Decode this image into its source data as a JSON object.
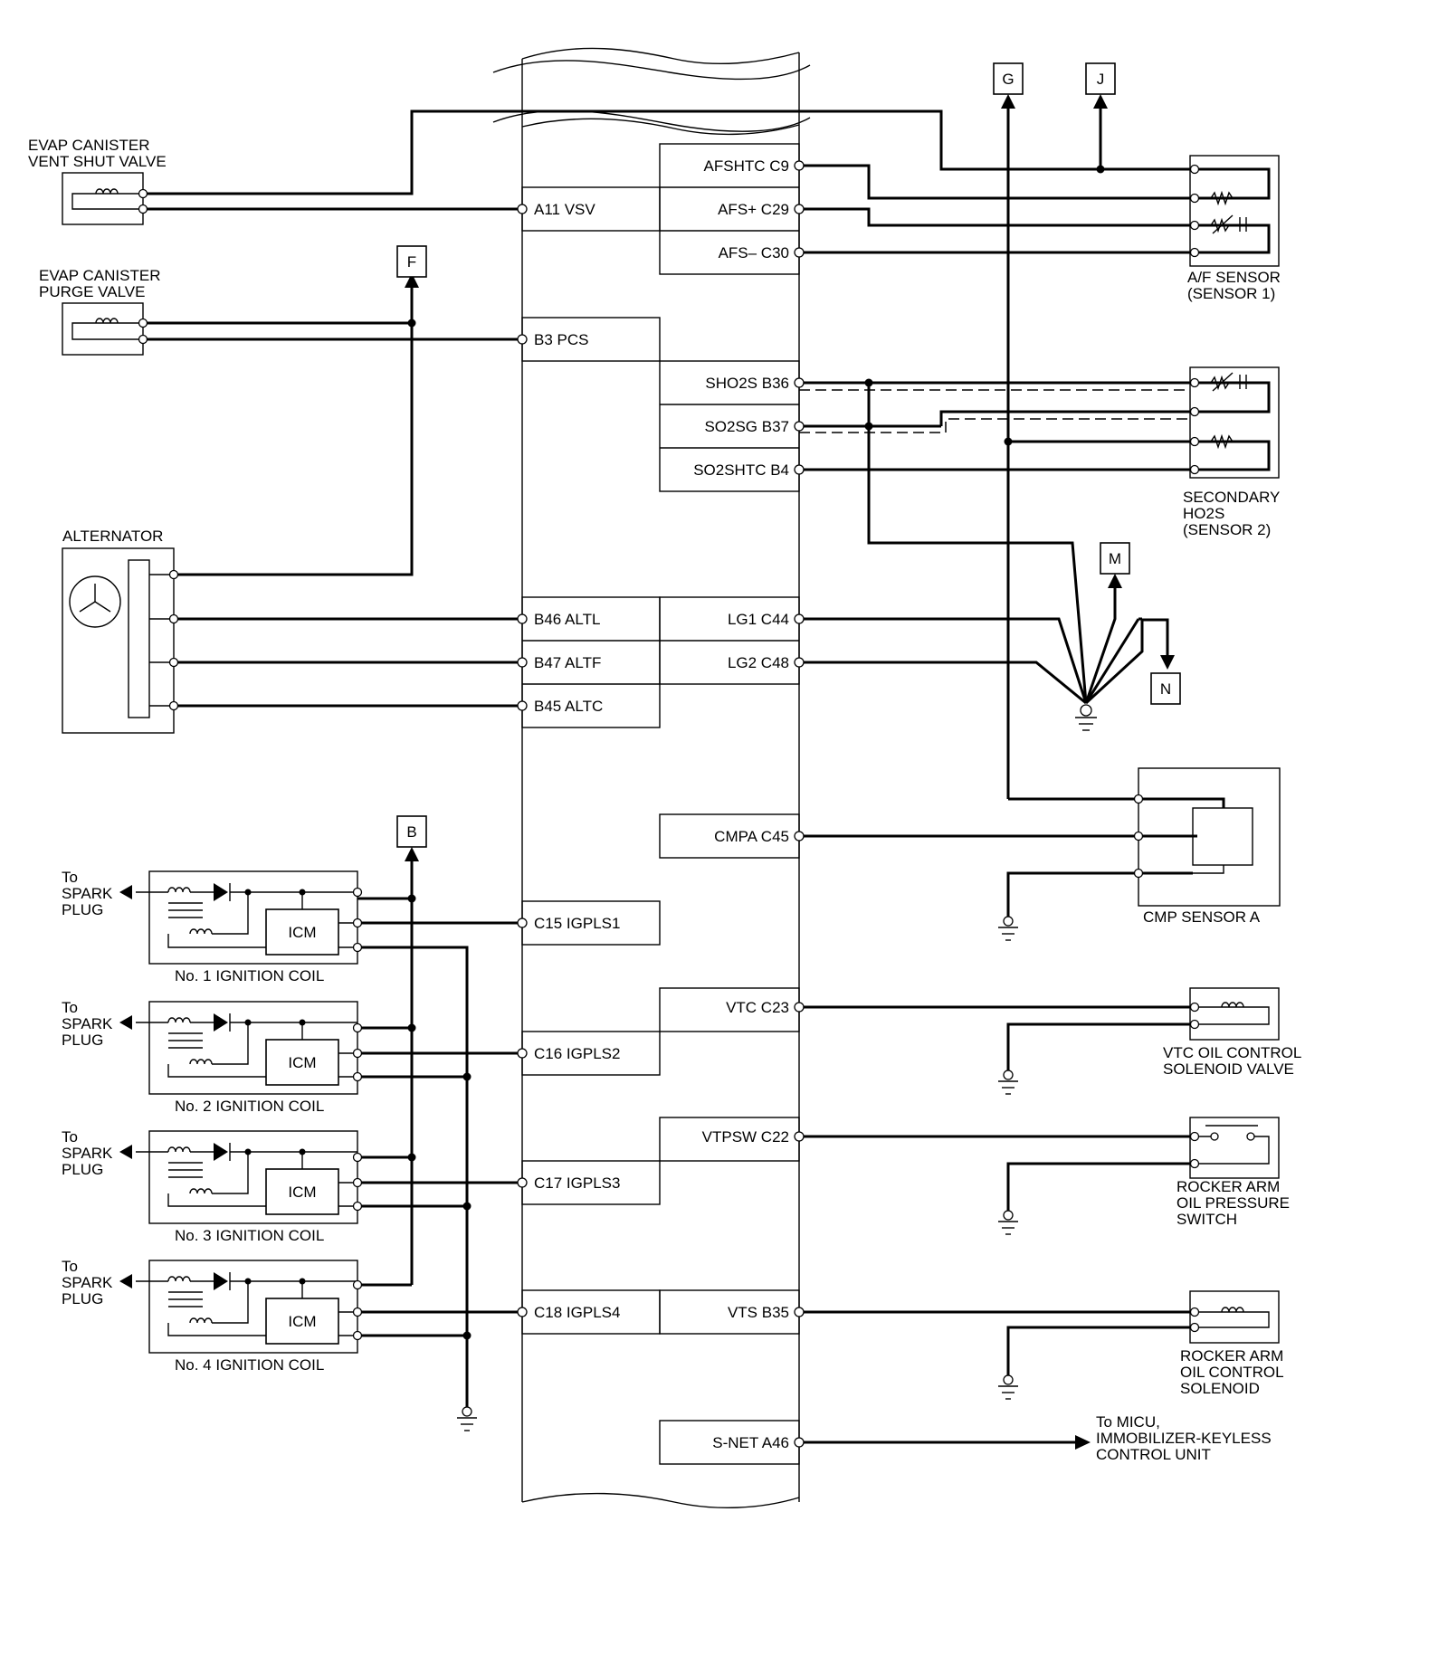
{
  "pins_left": [
    {
      "id": "a11",
      "label": "A11 VSV"
    },
    {
      "id": "b3",
      "label": "B3 PCS"
    },
    {
      "id": "b46",
      "label": "B46 ALTL"
    },
    {
      "id": "b47",
      "label": "B47 ALTF"
    },
    {
      "id": "b45",
      "label": "B45 ALTC"
    },
    {
      "id": "c15",
      "label": "C15 IGPLS1"
    },
    {
      "id": "c16",
      "label": "C16 IGPLS2"
    },
    {
      "id": "c17",
      "label": "C17 IGPLS3"
    },
    {
      "id": "c18",
      "label": "C18 IGPLS4"
    }
  ],
  "pins_right": [
    {
      "id": "c9",
      "label": "AFSHTC C9"
    },
    {
      "id": "c29",
      "label": "AFS+ C29"
    },
    {
      "id": "c30",
      "label": "AFS– C30"
    },
    {
      "id": "b36",
      "label": "SHO2S B36"
    },
    {
      "id": "b37",
      "label": "SO2SG B37"
    },
    {
      "id": "b4",
      "label": "SO2SHTC B4"
    },
    {
      "id": "c44",
      "label": "LG1 C44"
    },
    {
      "id": "c48",
      "label": "LG2 C48"
    },
    {
      "id": "c45",
      "label": "CMPA C45"
    },
    {
      "id": "c23",
      "label": "VTC C23"
    },
    {
      "id": "c22",
      "label": "VTPSW C22"
    },
    {
      "id": "b35",
      "label": "VTS B35"
    },
    {
      "id": "a46",
      "label": "S-NET A46"
    }
  ],
  "components": {
    "evap_vent": [
      "EVAP CANISTER",
      "VENT SHUT VALVE"
    ],
    "evap_purge": [
      "EVAP CANISTER",
      "PURGE VALVE"
    ],
    "alternator": "ALTERNATOR",
    "af_sensor": [
      "A/F SENSOR",
      "(SENSOR 1)"
    ],
    "secondary_ho2s": [
      "SECONDARY",
      "HO2S",
      "(SENSOR 2)"
    ],
    "cmp_sensor": "CMP SENSOR A",
    "vtc_valve": [
      "VTC OIL CONTROL",
      "SOLENOID VALVE"
    ],
    "rocker_switch": [
      "ROCKER ARM",
      "OIL PRESSURE",
      "SWITCH"
    ],
    "rocker_solenoid": [
      "ROCKER ARM",
      "OIL CONTROL",
      "SOLENOID"
    ],
    "micu": [
      "To MICU,",
      "IMMOBILIZER-KEYLESS",
      "CONTROL UNIT"
    ],
    "icm": "ICM",
    "coils": [
      "No. 1 IGNITION COIL",
      "No. 2 IGNITION COIL",
      "No. 3 IGNITION COIL",
      "No. 4 IGNITION COIL"
    ],
    "spark_plug": [
      "To",
      "SPARK",
      "PLUG"
    ]
  },
  "connectors": {
    "g": "G",
    "j": "J",
    "f": "F",
    "m": "M",
    "n": "N",
    "b": "B"
  }
}
